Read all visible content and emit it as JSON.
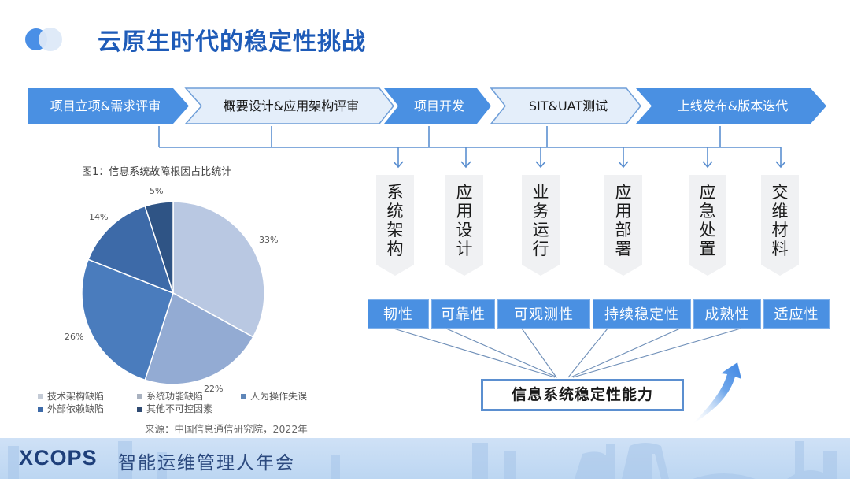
{
  "header": {
    "title": "云原生时代的稳定性挑战",
    "logo_icon": "overlapping-circles-icon"
  },
  "process": {
    "stages": [
      {
        "label": "项目立项&需求评审",
        "style": "dark"
      },
      {
        "label": "概要设计&应用架构评审",
        "style": "light"
      },
      {
        "label": "项目开发",
        "style": "dark"
      },
      {
        "label": "SIT&UAT测试",
        "style": "light"
      },
      {
        "label": "上线发布&版本迭代",
        "style": "dark"
      }
    ]
  },
  "areas": [
    {
      "label": "系统架构"
    },
    {
      "label": "应用设计"
    },
    {
      "label": "业务运行"
    },
    {
      "label": "应用部署"
    },
    {
      "label": "应急处置"
    },
    {
      "label": "交维材料"
    }
  ],
  "attributes": [
    {
      "label": "韧性"
    },
    {
      "label": "可靠性"
    },
    {
      "label": "可观测性"
    },
    {
      "label": "持续稳定性"
    },
    {
      "label": "成熟性"
    },
    {
      "label": "适应性"
    }
  ],
  "capability": {
    "label": "信息系统稳定性能力",
    "arrow_icon": "upward-curved-arrow-icon"
  },
  "chart": {
    "title": "图1：信息系统故障根因占比统计",
    "source": "来源：中国信息通信研究院，2022年"
  },
  "chart_data": {
    "type": "pie",
    "title": "图1：信息系统故障根因占比统计",
    "categories": [
      "技术架构缺陷",
      "系统功能缺陷",
      "人为操作失误",
      "外部依赖缺陷",
      "其他不可控因素"
    ],
    "values": [
      33,
      22,
      26,
      14,
      5
    ],
    "labels": [
      "33%",
      "22%",
      "26%",
      "14%",
      "5%"
    ],
    "colors": [
      "#b9c8e2",
      "#93abd3",
      "#4a7cbd",
      "#3d6aa8",
      "#2f5485"
    ],
    "legend_position": "bottom",
    "source": "来源：中国信息通信研究院，2022年"
  },
  "footer": {
    "brand": "XCOPS",
    "subtitle": "智能运维管理人年会"
  },
  "colors": {
    "primary": "#4a90e2",
    "title": "#1e5bb8",
    "light_stage": "#e4eefa",
    "connector": "#5b8fd0"
  }
}
